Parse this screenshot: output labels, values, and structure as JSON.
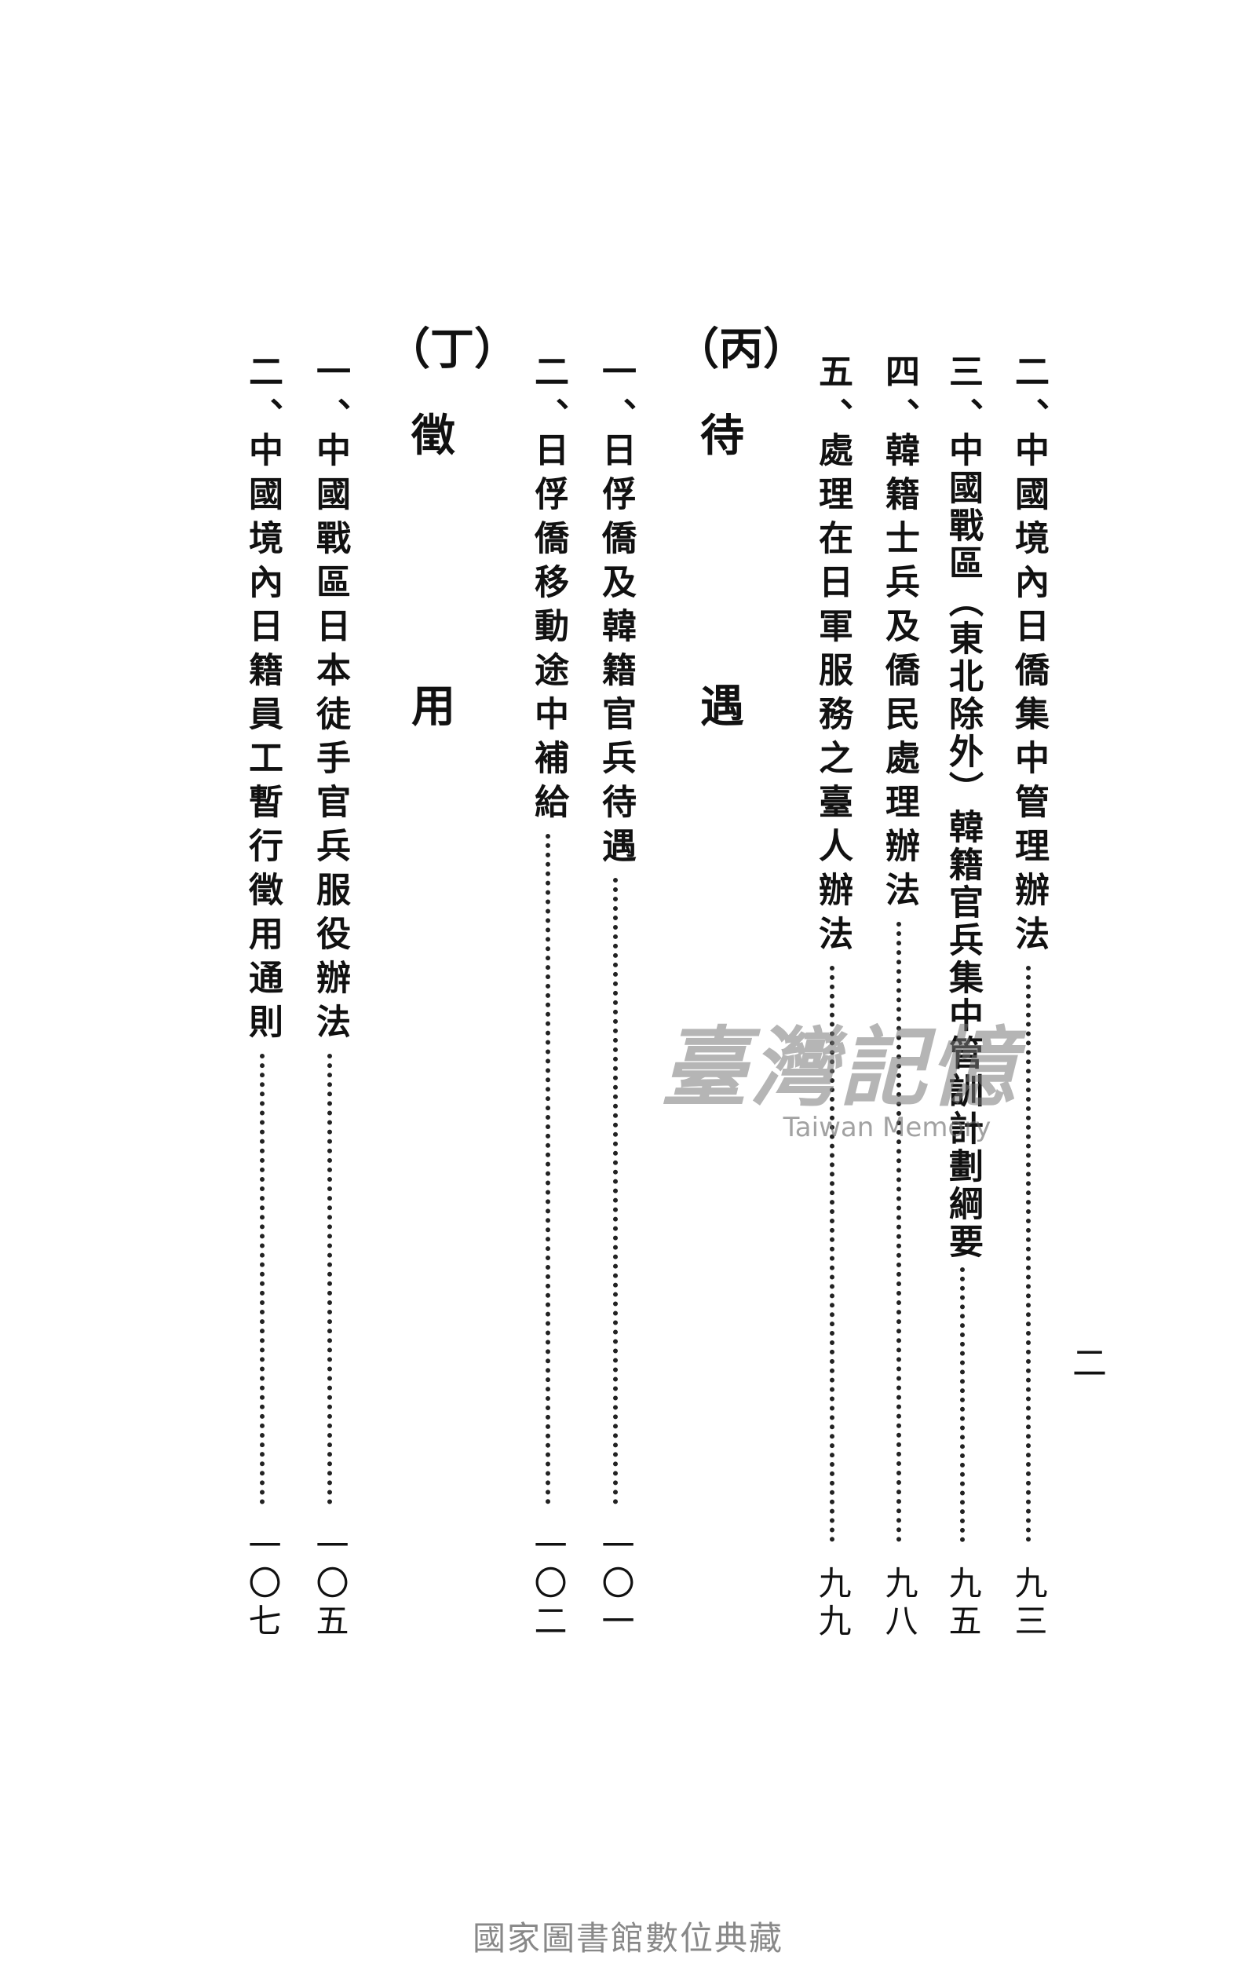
{
  "entries": [
    {
      "num": "二、",
      "title": "中國境內日僑集中管理辦法",
      "page": "九三"
    },
    {
      "num": "三、",
      "title": "中國戰區（東北除外）韓籍官兵集中管訓計劃綱要",
      "page": "九五"
    },
    {
      "num": "四、",
      "title": "韓籍士兵及僑民處理辦法",
      "page": "九八"
    },
    {
      "num": "五、",
      "title": "處理在日軍服務之臺人辦法",
      "page": "九九"
    },
    {
      "num": "一、",
      "title": "日俘僑及韓籍官兵待遇",
      "page": "一〇一"
    },
    {
      "num": "二、",
      "title": "日俘僑移動途中補給",
      "page": "一〇二"
    },
    {
      "num": "一、",
      "title": "中國戰區日本徒手官兵服役辦法",
      "page": "一〇五"
    },
    {
      "num": "二、",
      "title": "中國境內日籍員工暫行徵用通則",
      "page": "一〇七"
    }
  ],
  "sections": [
    {
      "label": "（丙）",
      "char1": "待",
      "char2": "遇"
    },
    {
      "label": "（丁）",
      "char1": "徵",
      "char2": "用"
    }
  ],
  "page_number": "二",
  "watermark": {
    "cn": "臺灣記憶",
    "en": "Taiwan Memory"
  },
  "footer": "國家圖書館數位典藏"
}
